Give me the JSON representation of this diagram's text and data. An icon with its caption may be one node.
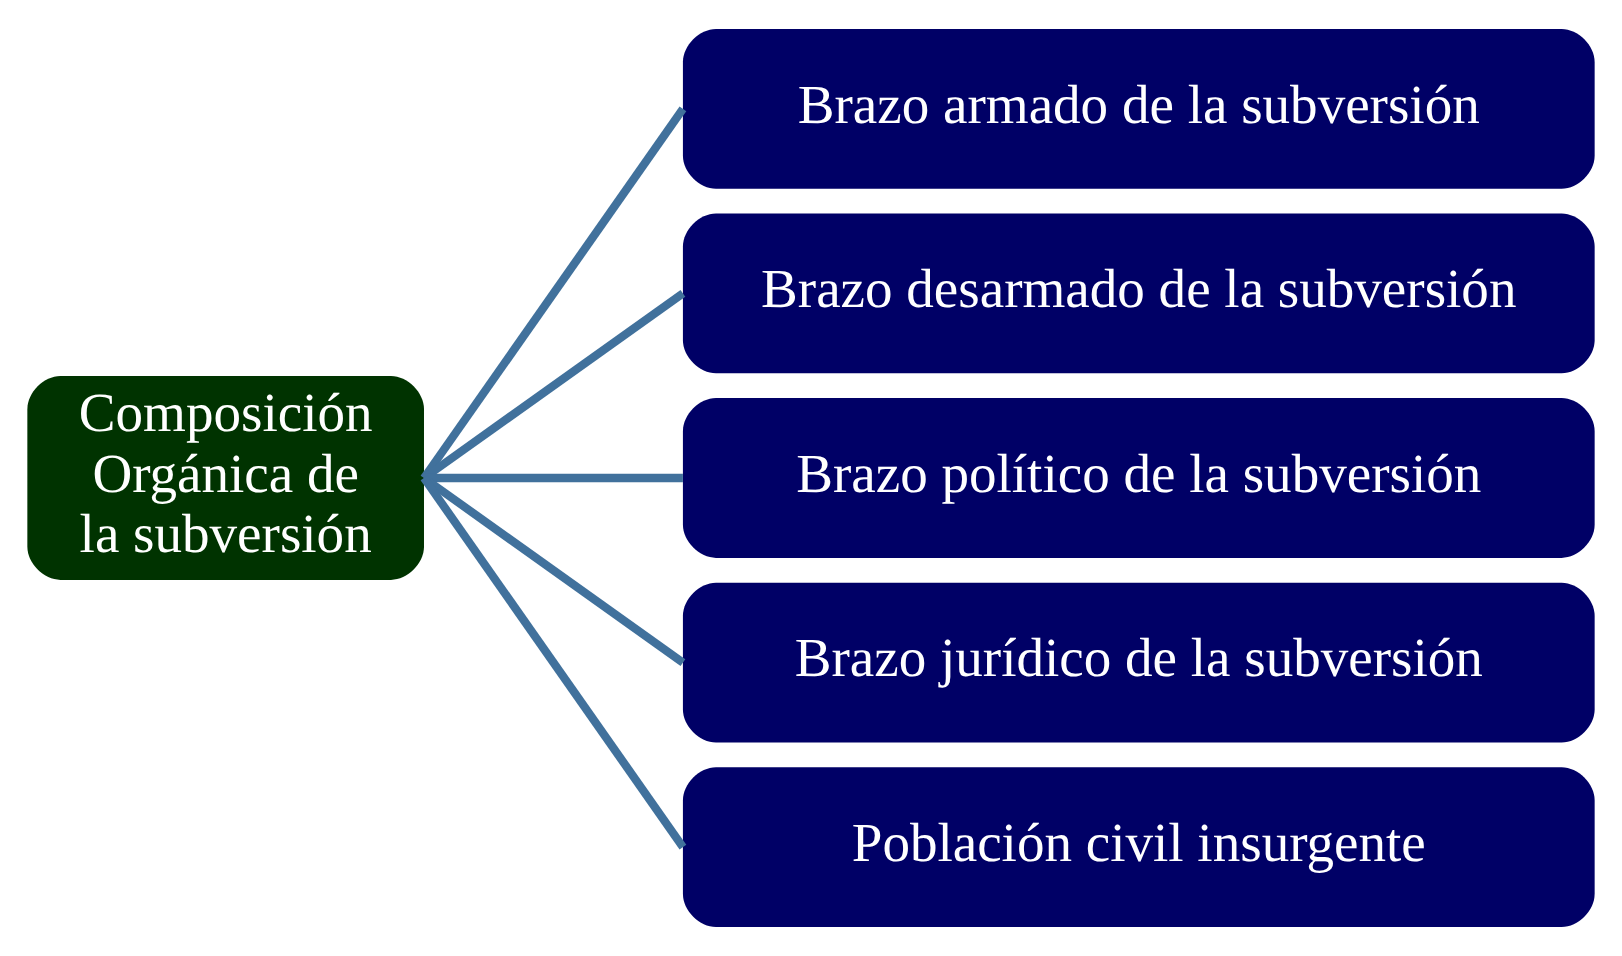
{
  "diagram": {
    "nodes": [
      {
        "text": [
          "Composición Orgánica de la subversión"
        ]
      },
      {
        "text": [
          "Brazo armado de la subversión"
        ]
      },
      {
        "text": [
          "Brazo desarmado de la subversión"
        ]
      },
      {
        "text": [
          "Brazo político de la subversión"
        ]
      },
      {
        "text": [
          "Brazo jurídico de la subversión"
        ]
      },
      {
        "text": [
          "Población civil insurgente"
        ]
      }
    ],
    "edges": [
      {
        "from": 0,
        "to": 1,
        "arrow": "none"
      },
      {
        "from": 0,
        "to": 2,
        "arrow": "none"
      },
      {
        "from": 0,
        "to": 3,
        "arrow": "none"
      },
      {
        "from": 0,
        "to": 4,
        "arrow": "none"
      },
      {
        "from": 0,
        "to": 5,
        "arrow": "none"
      }
    ]
  }
}
